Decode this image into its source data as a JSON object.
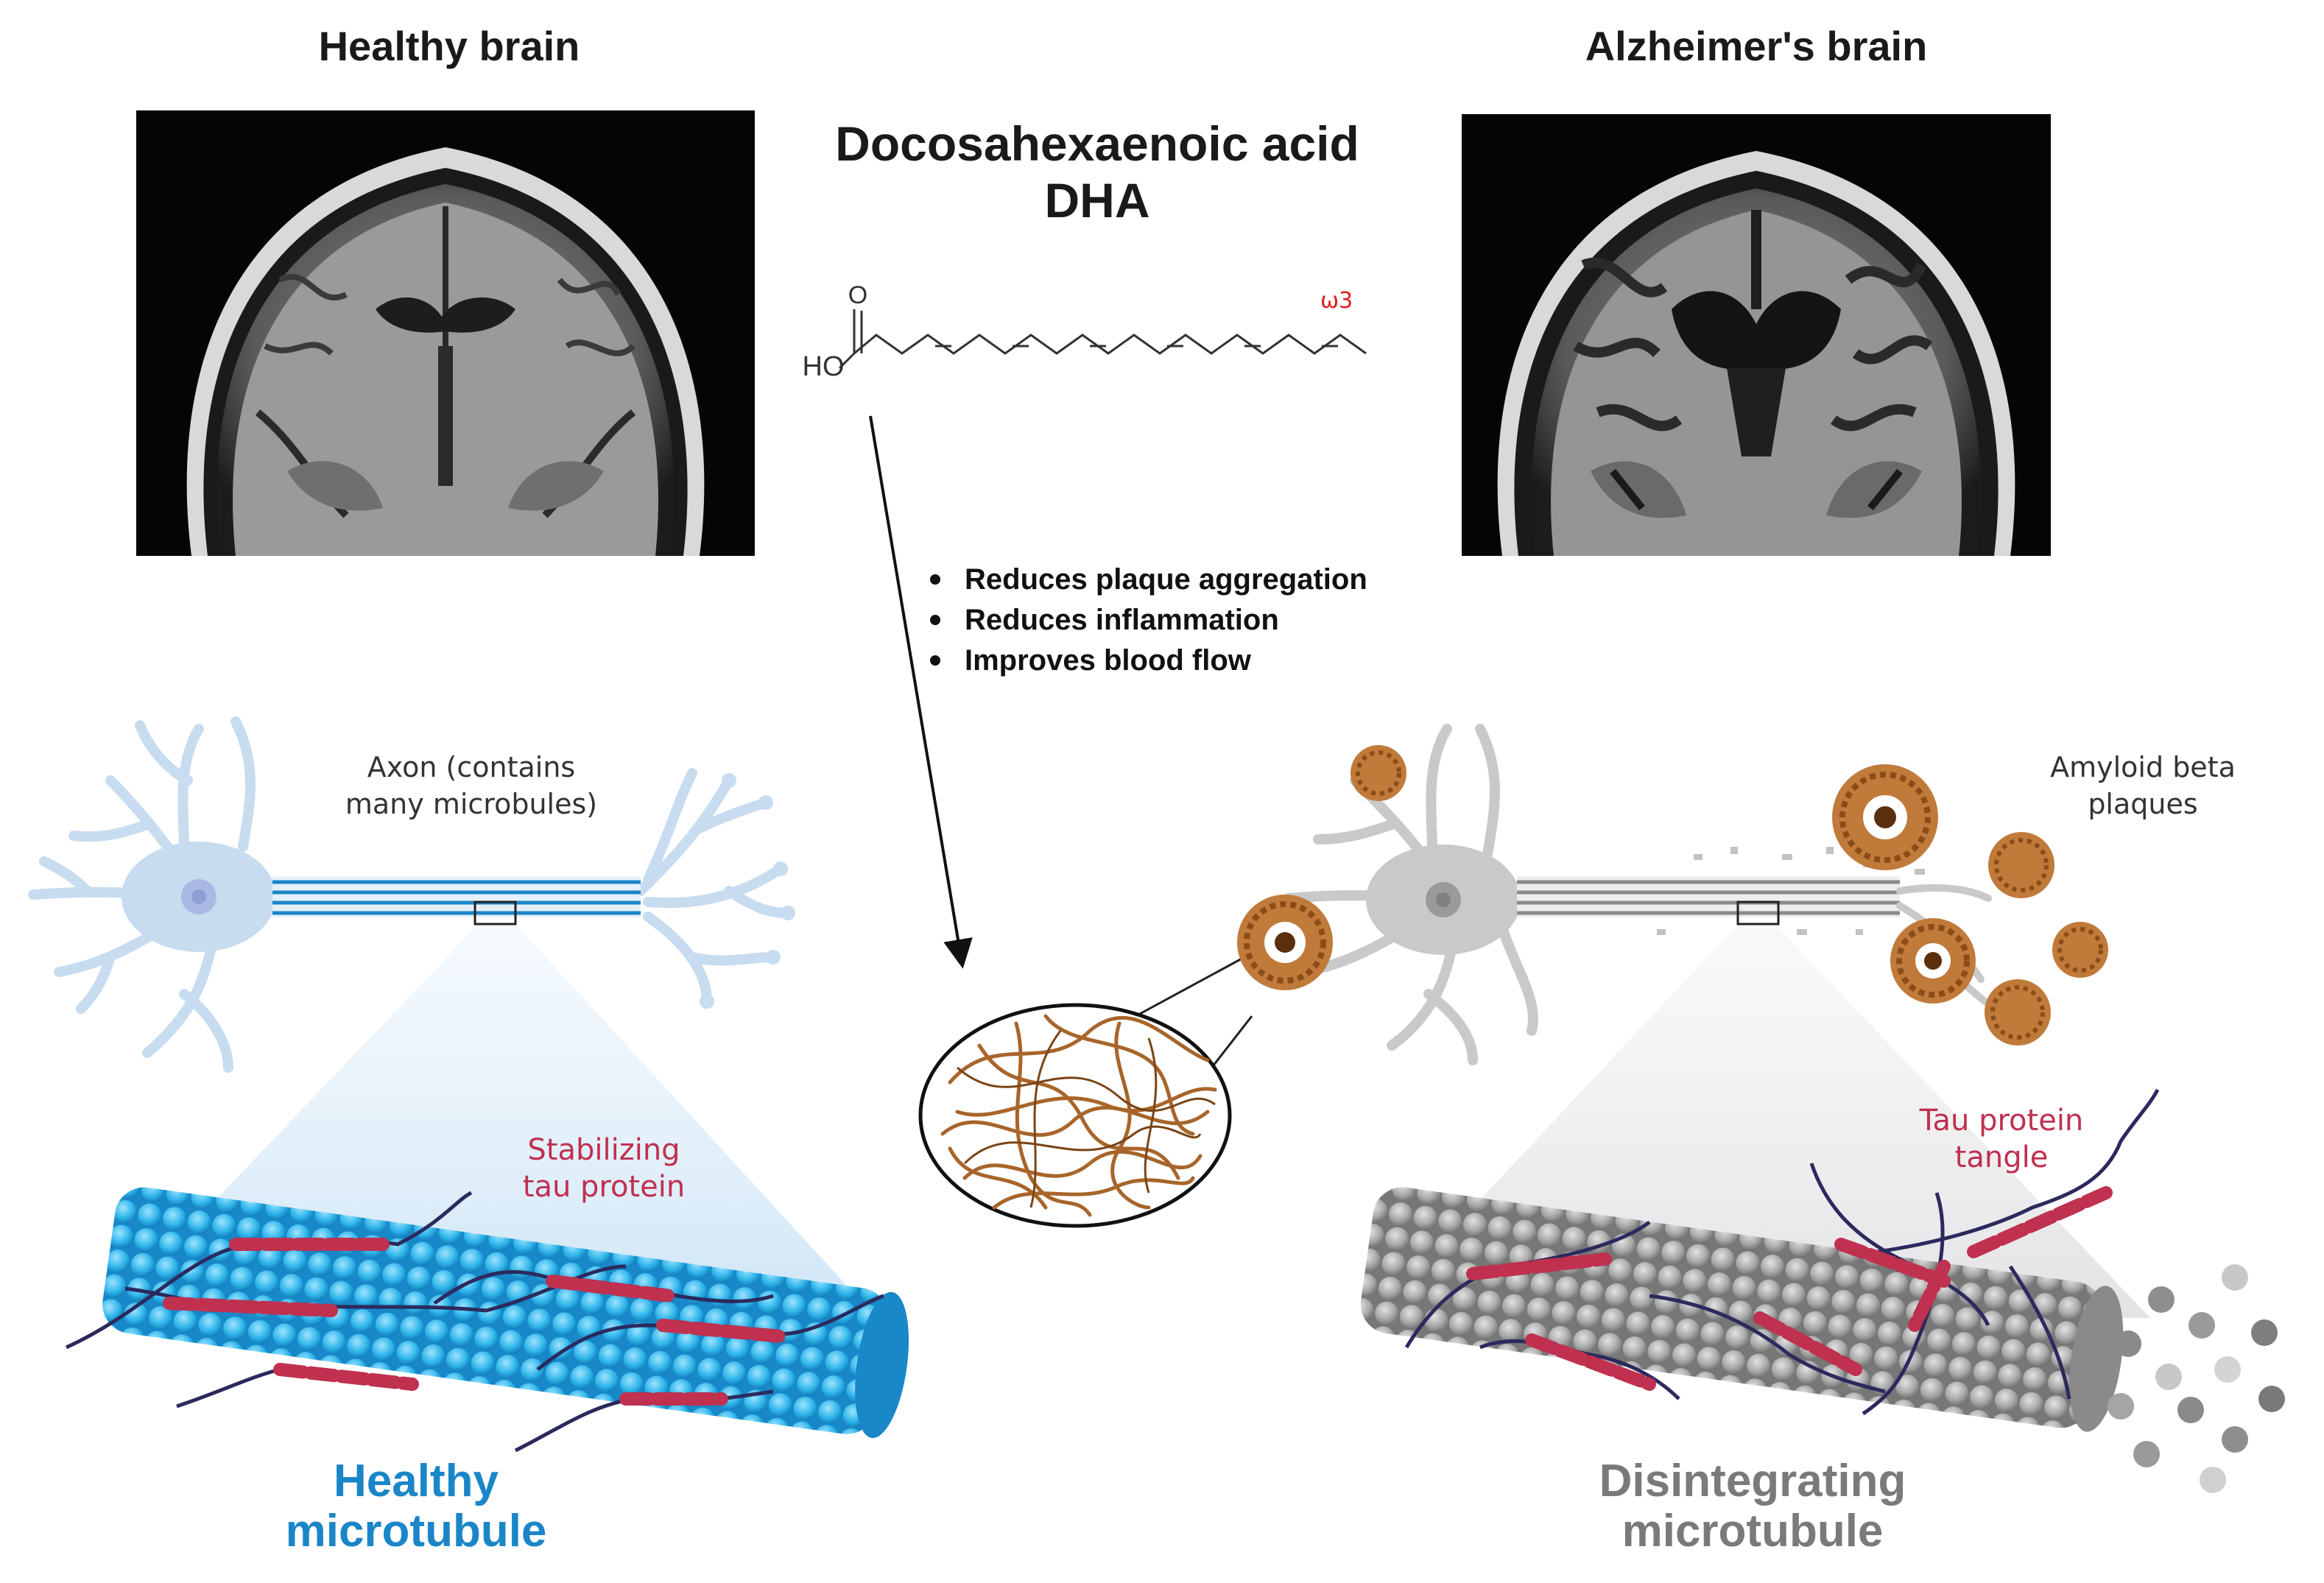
{
  "titles": {
    "healthy_brain": "Healthy brain",
    "alzheimers_brain": "Alzheimer's brain",
    "compound_line1": "Docosahexaenoic acid",
    "compound_line2": "DHA"
  },
  "chemistry": {
    "carbonyl_o": "O",
    "hydroxyl": "HO",
    "omega": "ω3"
  },
  "benefits": [
    "Reduces plaque aggregation",
    "Reduces inflammation",
    "Improves blood flow"
  ],
  "labels": {
    "axon_line1": "Axon (contains",
    "axon_line2": "many microbules)",
    "amyloid_line1": "Amyloid beta",
    "amyloid_line2": "plaques",
    "stabilizing_line1": "Stabilizing",
    "stabilizing_line2": "tau protein",
    "tangle_line1": "Tau protein",
    "tangle_line2": "tangle"
  },
  "captions": {
    "healthy_line1": "Healthy",
    "healthy_line2": "microtubule",
    "disintegrating_line1": "Disintegrating",
    "disintegrating_line2": "microtubule"
  },
  "colors": {
    "healthy_blue": "#1a86c8",
    "disintegrating_gray": "#7a7a7a",
    "tau_red": "#c0304f",
    "neuron_blue": "#c7dcef",
    "neuron_gray": "#c9c9c9",
    "plaque_brown": "#a8652a"
  }
}
